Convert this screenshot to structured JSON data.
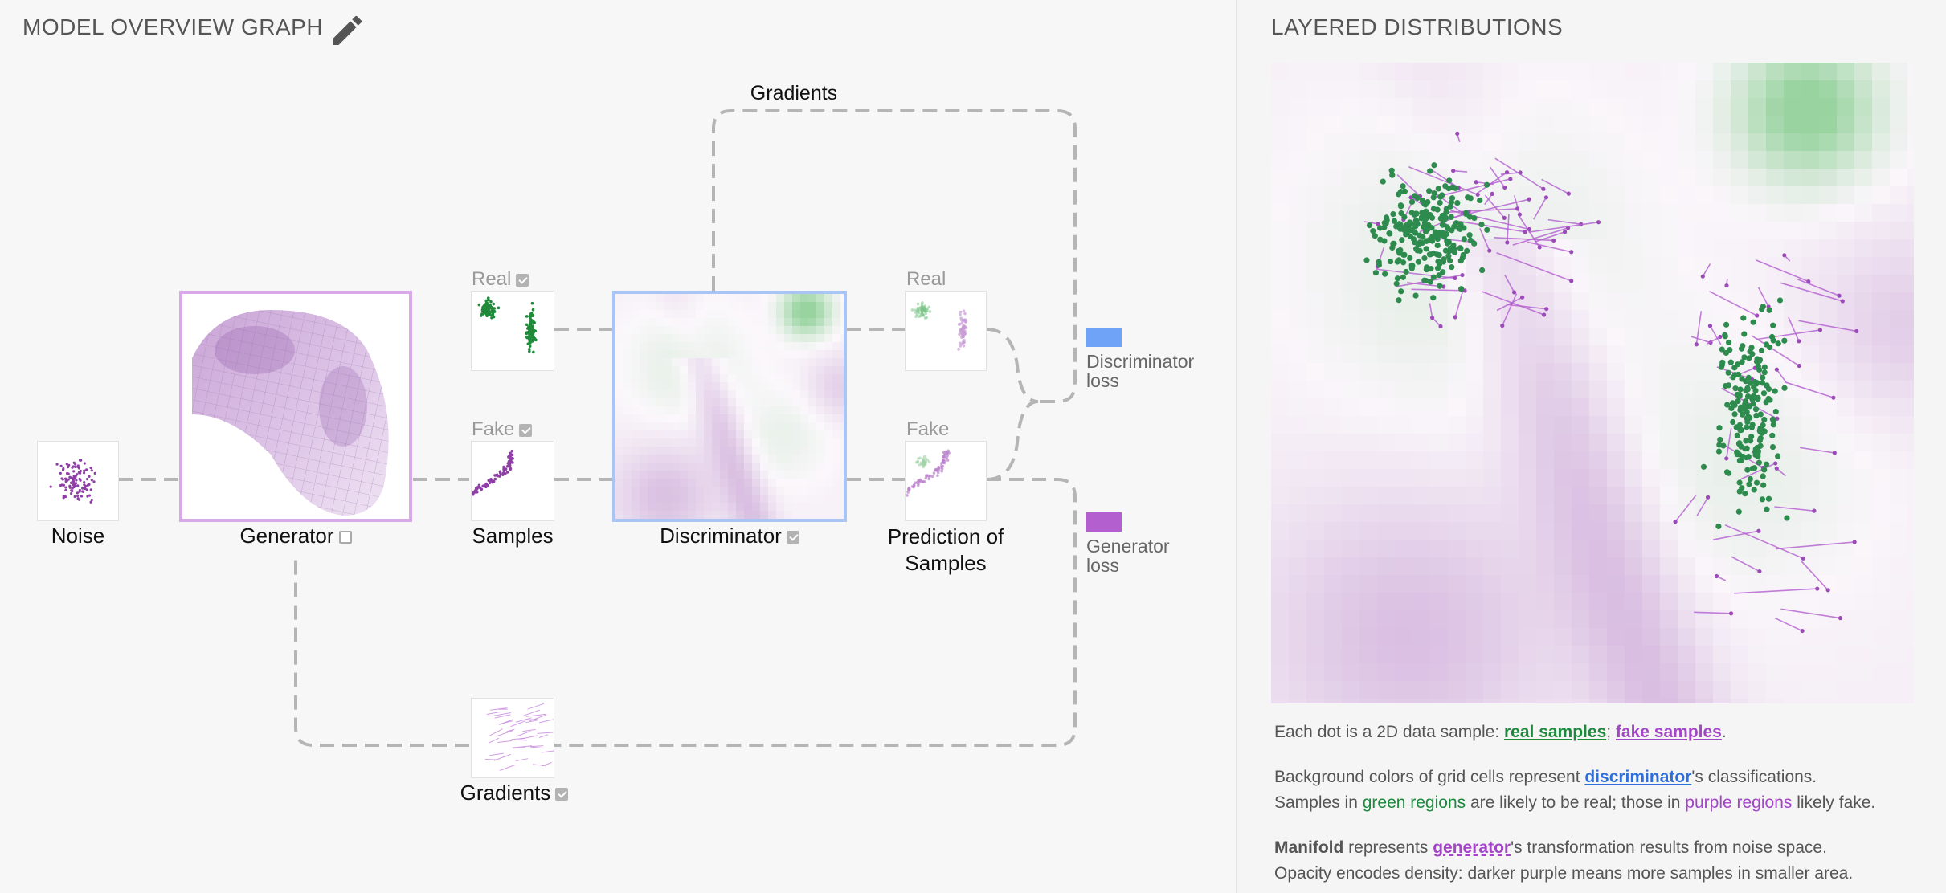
{
  "left_panel": {
    "title": "MODEL OVERVIEW GRAPH",
    "edit_icon": "pencil-icon",
    "nodes": {
      "noise": "Noise",
      "generator": "Generator",
      "samples": "Samples",
      "discriminator": "Discriminator",
      "prediction_line1": "Prediction of",
      "prediction_line2": "Samples",
      "gradients_bottom": "Gradients",
      "gradients_top": "Gradients",
      "real_samples_tag": "Real",
      "fake_samples_tag": "Fake",
      "real_pred_tag": "Real",
      "fake_pred_tag": "Fake"
    },
    "checkboxes": {
      "generator": false,
      "real_samples": true,
      "fake_samples": true,
      "discriminator": true,
      "gradients": true
    },
    "losses": {
      "discriminator": {
        "line1": "Discriminator",
        "line2": "loss",
        "color": "#6ea3f7"
      },
      "generator": {
        "line1": "Generator",
        "line2": "loss",
        "color": "#b45fd0"
      }
    },
    "colors": {
      "generator_border": "#d9a8e8",
      "discriminator_border": "#a8c5f5",
      "real": "#1f8a3a",
      "fake": "#8e3fa6"
    }
  },
  "right_panel": {
    "title": "LAYERED DISTRIBUTIONS",
    "desc1": {
      "prefix": "Each dot is a 2D data sample: ",
      "link_real": "real samples",
      "sep": "; ",
      "link_fake": "fake samples",
      "suffix": "."
    },
    "desc2": {
      "prefix": "Background colors of grid cells represent ",
      "link_disc": "discriminator",
      "middle": "'s classifications.",
      "line2_prefix": "Samples in ",
      "green_regions": "green regions",
      "line2_mid": " are likely to be real; those in ",
      "purple_regions": "purple regions",
      "line2_suffix": " likely fake."
    },
    "desc3": {
      "bold": "Manifold",
      "mid": " represents ",
      "link_gen": "generator",
      "suffix": "'s transformation results from noise space.",
      "line2": "Opacity encodes density: darker purple means more samples in smaller area."
    }
  }
}
